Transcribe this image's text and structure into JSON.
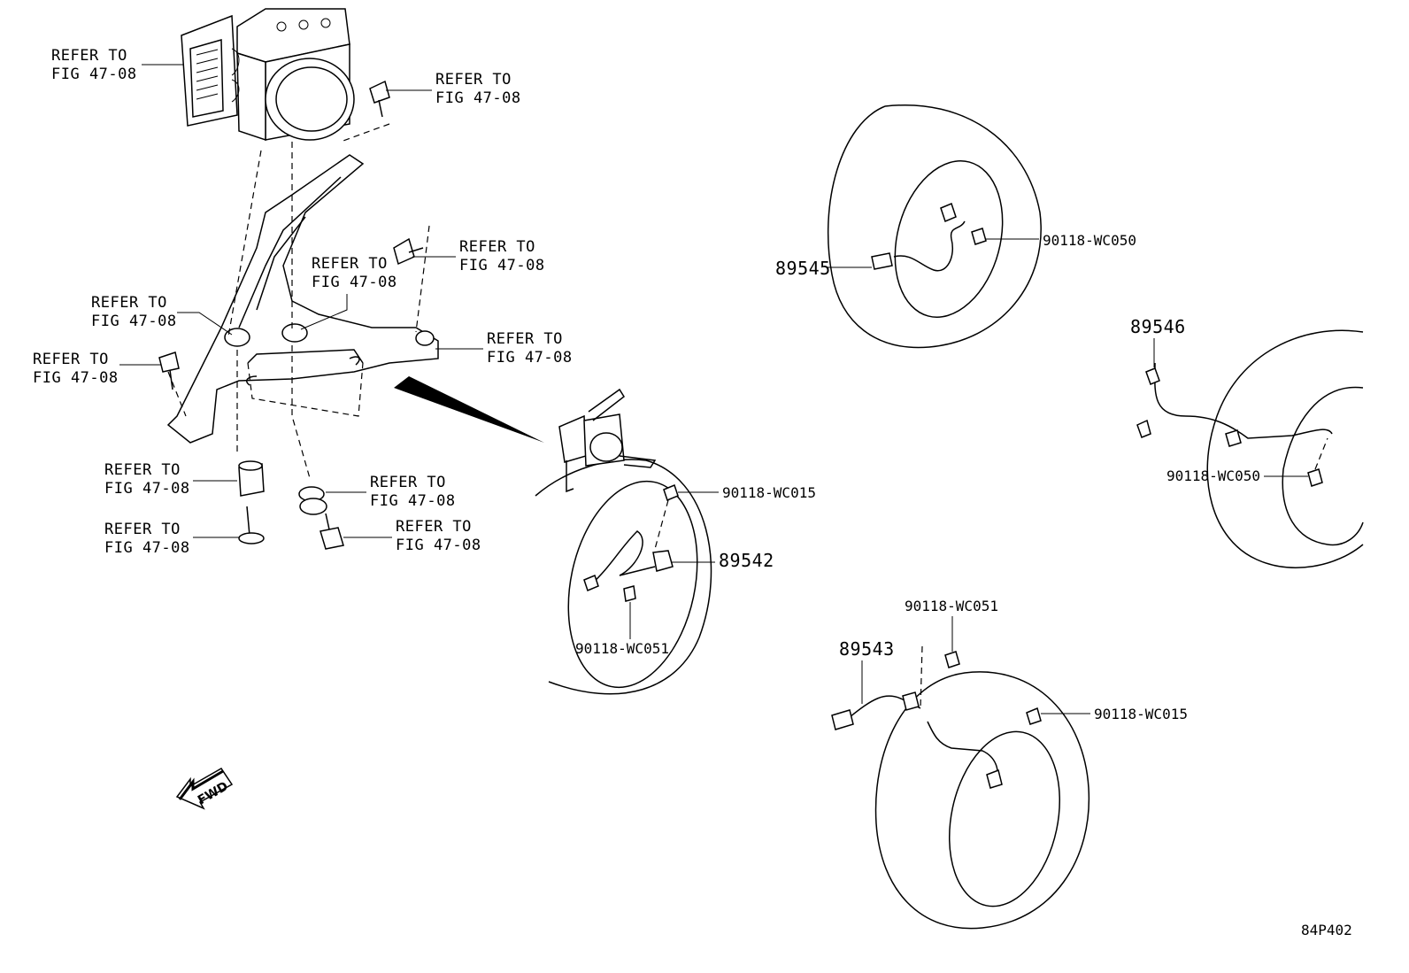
{
  "refer_label": "REFER TO",
  "refer_fig": "FIG 47-08",
  "part_numbers": {
    "p89545": "89545",
    "p89546": "89546",
    "p89542": "89542",
    "p89543": "89543",
    "bolt_wc050_a": "90118-WC050",
    "bolt_wc050_b": "90118-WC050",
    "bolt_wc015_a": "90118-WC015",
    "bolt_wc015_b": "90118-WC015",
    "bolt_wc051_a": "90118-WC051",
    "bolt_wc051_b": "90118-WC051"
  },
  "fwd_label": "FWD",
  "figure_code": "84P402"
}
